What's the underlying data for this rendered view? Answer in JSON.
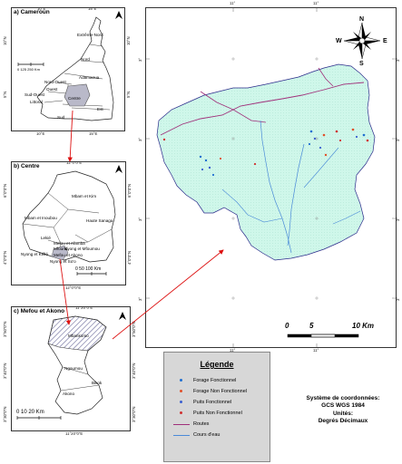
{
  "panels": {
    "a": {
      "title": "a) Cameroun",
      "regions": [
        "Extrême-Nord",
        "Nord",
        "Adamaoua",
        "Nord-Ouest",
        "Ouest",
        "Sud-Ouest",
        "Littoral",
        "Centre",
        "Sud",
        "Est"
      ],
      "scale_text": "0   125  250 Km",
      "coord_top": [
        "10°E",
        "15°E"
      ],
      "coord_bottom": [
        "10°E",
        "15°E"
      ],
      "coord_left": [
        "10°N",
        "5°N"
      ],
      "coord_right": [
        "10°N",
        "5°N"
      ]
    },
    "b": {
      "title": "b) Centre",
      "regions": [
        "Mbam et Kim",
        "Mbam et Inoubou",
        "Haute Sanaga",
        "Lekié",
        "Mefou et Afamba",
        "Mfoundi",
        "Nyong et Mfoumou",
        "Nyong et Kéllé",
        "Mefou et Akono",
        "Nyong et So'o"
      ],
      "scale_text": "0    50   100 Km",
      "coord_top": "12°0\"0\"E",
      "coord_bottom": "12°0\"0\"E",
      "coord_left": [
        "6°0\"0\"N",
        "4°0\"0\"N"
      ],
      "coord_right": [
        "6°0\"0\"N",
        "4°0\"0\"N"
      ]
    },
    "c": {
      "title": "c) Mefou et Akono",
      "regions": [
        "Mbankomo",
        "Ngoumou",
        "Bikok",
        "Akono"
      ],
      "scale_text": "0    10   20 Km",
      "coord_top": "11°20\"0\"E",
      "coord_bottom": "11°20\"0\"E",
      "coord_left": [
        "3°50\"0\"N",
        "3°40\"0\"N",
        "3°30\"0\"N"
      ],
      "coord_right": [
        "3°50\"0\"N",
        "3°40\"0\"N",
        "3°30\"0\"N"
      ]
    },
    "main": {
      "scale_text": [
        "0",
        "5",
        "10 Km"
      ],
      "coord_top": [
        "11°",
        "11°"
      ],
      "coord_bottom": [
        "11°",
        "11°"
      ],
      "coord_left": [
        "3°",
        "3°",
        "3°",
        "3°",
        "3°"
      ],
      "coord_right": [
        "3°",
        "3°",
        "3°",
        "3°",
        "3°"
      ],
      "compass": {
        "n": "N",
        "s": "S",
        "e": "E",
        "w": "W"
      }
    }
  },
  "legend": {
    "title": "Légende",
    "items": [
      {
        "label": "Forage Fonctionnel",
        "color": "#1f6fd1"
      },
      {
        "label": "Forage Non Fonctionnel",
        "color": "#e0502a"
      },
      {
        "label": "Puits Fonctionnel",
        "color": "#3b5fd0"
      },
      {
        "label": "Puits Non Fonctionnel",
        "color": "#d03030"
      },
      {
        "label": "Routes",
        "color": "#a0307a"
      },
      {
        "label": "Cours d'eau",
        "color": "#4a8ad8"
      }
    ]
  },
  "system_info": [
    "Système de coordonnées:",
    "GCS WGS 1984",
    "Unités:",
    "Degrés Décimaux"
  ]
}
